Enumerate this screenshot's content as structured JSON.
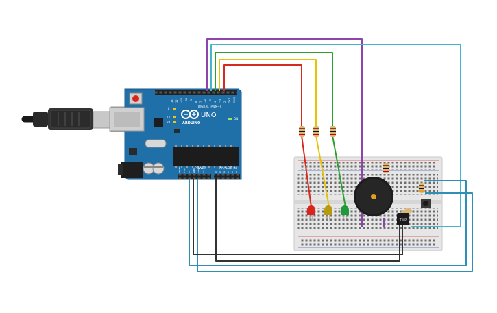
{
  "board": {
    "brand": "ARDUINO",
    "model": "UNO",
    "digital_label": "DIGITAL (PWM~)",
    "power_label": "POWER",
    "analog_label": "ANALOG IN",
    "on_label": "ON",
    "led_l": "L",
    "led_tx": "TX",
    "led_rx": "RX",
    "reset_label": "RESET",
    "ioref_label": "IOREF",
    "aref_label": "AREF",
    "gnd_label": "GND",
    "digital_pins": [
      "13",
      "12",
      "~11",
      "~10",
      "~9",
      "8",
      "7",
      "~6",
      "~5",
      "4",
      "~3",
      "2",
      "TX 1",
      "RX 0"
    ],
    "power_pins": [
      "RESET",
      "3.3V",
      "5V",
      "GND",
      "GND",
      "Vin"
    ],
    "analog_pins": [
      "A0",
      "A1",
      "A2",
      "A3",
      "A4",
      "A5"
    ]
  },
  "sensor": {
    "label": "TMP"
  },
  "colors": {
    "board": "#1f6fa8",
    "breadboard": "#e6e6e6",
    "wire_purple": "#8e44ad",
    "wire_cyan": "#46b4cd",
    "wire_green": "#2ca02c",
    "wire_yellow": "#e8c300",
    "wire_red": "#d42a20",
    "wire_dark": "#333333",
    "wire_blue": "#2f8fb5",
    "led_red": "#d8241c",
    "led_yellow": "#b89a10",
    "led_green": "#1f9a3a"
  },
  "components": [
    "usb-cable",
    "arduino-uno",
    "breadboard",
    "resistor",
    "resistor",
    "resistor",
    "led-red",
    "led-yellow",
    "led-green",
    "piezo-buzzer",
    "push-button",
    "temperature-sensor",
    "resistor",
    "resistor"
  ]
}
